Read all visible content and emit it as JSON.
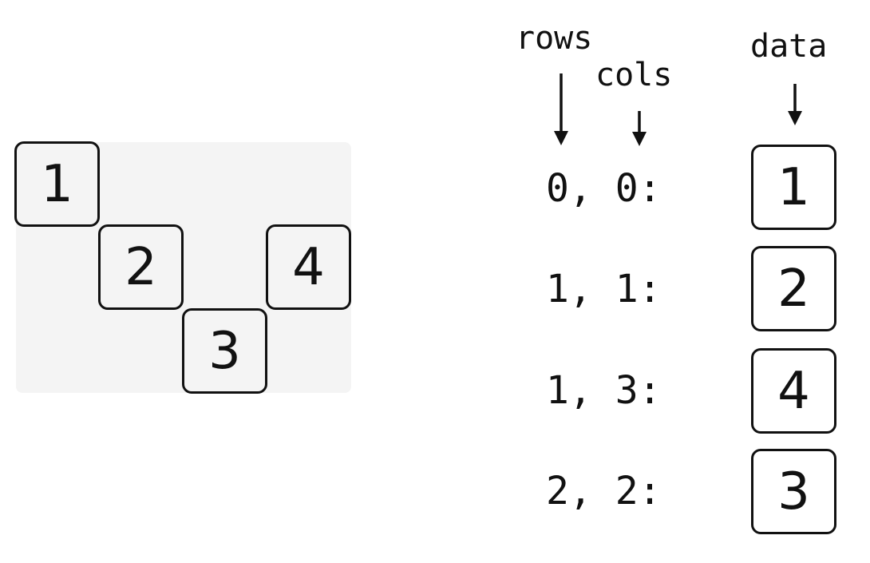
{
  "matrix": {
    "cells": [
      {
        "value": "1",
        "row": 0,
        "col": 0
      },
      {
        "value": "2",
        "row": 1,
        "col": 1
      },
      {
        "value": "4",
        "row": 1,
        "col": 3
      },
      {
        "value": "3",
        "row": 2,
        "col": 2
      }
    ]
  },
  "headers": {
    "rows": "rows",
    "cols": "cols",
    "data": "data"
  },
  "entries": [
    {
      "coord": "0, 0:",
      "value": "1"
    },
    {
      "coord": "1, 1:",
      "value": "2"
    },
    {
      "coord": "1, 3:",
      "value": "4"
    },
    {
      "coord": "2, 2:",
      "value": "3"
    }
  ]
}
